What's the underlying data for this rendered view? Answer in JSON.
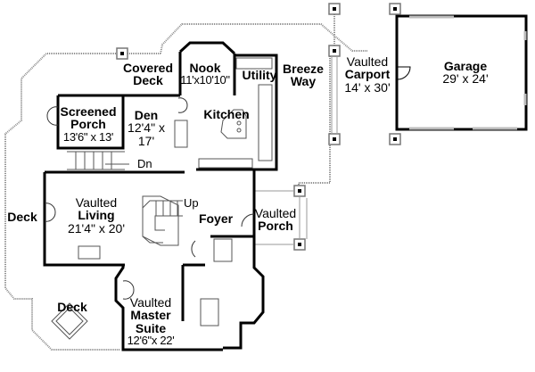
{
  "plan": {
    "title": "Floor Plan",
    "rooms": {
      "covered_deck": {
        "name_line1": "Covered",
        "name_line2": "Deck"
      },
      "nook": {
        "name": "Nook",
        "dims": "11'x10'10\""
      },
      "utility": {
        "name": "Utility"
      },
      "breeze_way": {
        "name_line1": "Breeze",
        "name_line2": "Way"
      },
      "carport": {
        "prefix": "Vaulted",
        "name": "Carport",
        "dims": "14' x 30'"
      },
      "garage": {
        "name": "Garage",
        "dims": "29' x 24'"
      },
      "screened_porch": {
        "name_line1": "Screened",
        "name_line2": "Porch",
        "dims": "13'6\" x 13'"
      },
      "den": {
        "name": "Den",
        "dims_line1": "12'4\" x",
        "dims_line2": "17'"
      },
      "kitchen": {
        "name": "Kitchen"
      },
      "living": {
        "prefix": "Vaulted",
        "name": "Living",
        "dims": "21'4\" x 20'"
      },
      "deck_west": {
        "name": "Deck"
      },
      "foyer": {
        "name": "Foyer"
      },
      "porch": {
        "prefix": "Vaulted",
        "name": "Porch"
      },
      "deck_south": {
        "name": "Deck"
      },
      "master_suite": {
        "prefix": "Vaulted",
        "name_line1": "Master",
        "name_line2": "Suite",
        "dims": "12'6\"x 22'"
      }
    },
    "stair_labels": {
      "down": "Dn",
      "up": "Up"
    },
    "colors": {
      "wall": "#000000",
      "window": "#9a9a9a",
      "deck_outline": "#8c8c8c",
      "background": "#ffffff"
    }
  }
}
